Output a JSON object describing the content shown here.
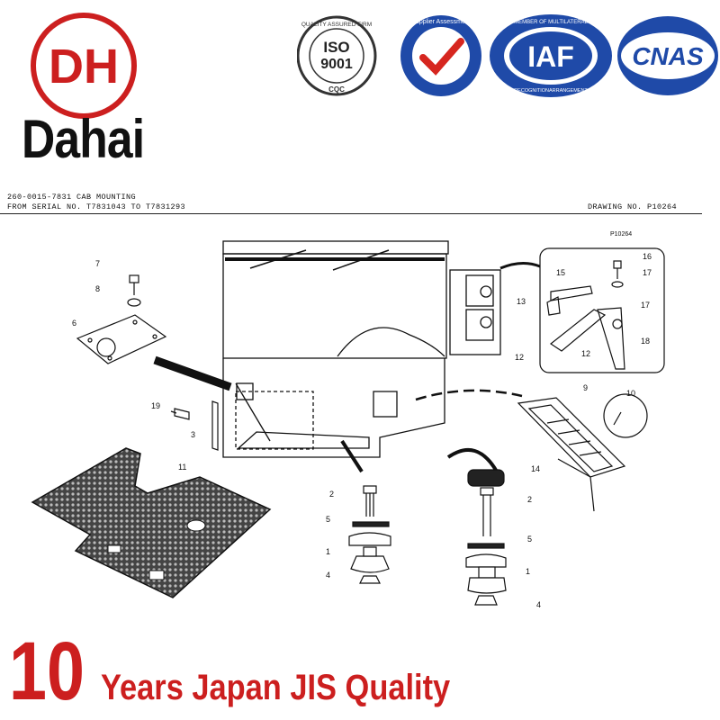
{
  "brand": {
    "logo_text": "DH",
    "name": "Dahai",
    "accent": "#cc1f1f"
  },
  "certifications": [
    {
      "name": "iso-9001-seal",
      "lines": [
        "QUALITY ASSURED FIRM",
        "ISO",
        "9001",
        "CQC"
      ]
    },
    {
      "name": "supplier-assessment-seal",
      "lines": [
        "Supplier Assessment"
      ]
    },
    {
      "name": "iaf-seal",
      "lines": [
        "MEMBER OF MULTILATERAL",
        "IAF",
        "RECOGNITIONARRANGEMENT"
      ]
    },
    {
      "name": "cnas-seal",
      "lines": [
        "CNAS"
      ]
    }
  ],
  "drawing": {
    "part_title": "260-0015-7831 CAB MOUNTING",
    "serial_range": "FROM SERIAL NO. T7831043 TO T7831293",
    "drawing_no": "DRAWING NO. P10264",
    "ref_code": "P10264",
    "callouts": [
      "7",
      "8",
      "6",
      "19",
      "3",
      "11",
      "2",
      "5",
      "1",
      "4",
      "14",
      "2",
      "5",
      "1",
      "4",
      "13",
      "12",
      "9",
      "10",
      "15",
      "16",
      "17",
      "17",
      "18",
      "12"
    ]
  },
  "footer": {
    "years": "10",
    "tagline": "Years Japan JIS Quality"
  }
}
